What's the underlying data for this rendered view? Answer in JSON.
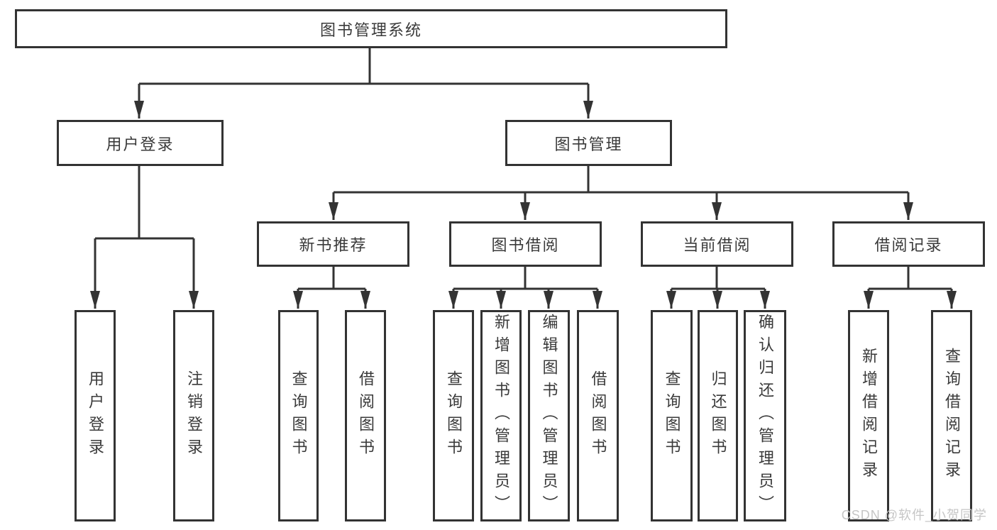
{
  "diagram": {
    "type": "hierarchy",
    "root": {
      "label": "图书管理系统"
    },
    "level1": [
      {
        "label": "用户登录"
      },
      {
        "label": "图书管理"
      }
    ],
    "level2": [
      {
        "label": "新书推荐"
      },
      {
        "label": "图书借阅"
      },
      {
        "label": "当前借阅"
      },
      {
        "label": "借阅记录"
      }
    ],
    "leaves": {
      "login": [
        {
          "label": "用户登录"
        },
        {
          "label": "注销登录"
        }
      ],
      "recommend": [
        {
          "label": "查询图书"
        },
        {
          "label": "借阅图书"
        }
      ],
      "borrow": [
        {
          "label": "查询图书"
        },
        {
          "label": "新增图书（管理员）"
        },
        {
          "label": "编辑图书（管理员）"
        },
        {
          "label": "借阅图书"
        }
      ],
      "current": [
        {
          "label": "查询图书"
        },
        {
          "label": "归还图书"
        },
        {
          "label": "确认归还（管理员）"
        }
      ],
      "records": [
        {
          "label": "新增借阅记录"
        },
        {
          "label": "查询借阅记录"
        }
      ]
    },
    "colors": {
      "line": "#333333",
      "text": "#3a3a3a",
      "box_background": "#ffffff",
      "watermark": "#c6c6c6",
      "background": "#ffffff"
    },
    "watermark": "CSDN @软件_小贺同学"
  }
}
